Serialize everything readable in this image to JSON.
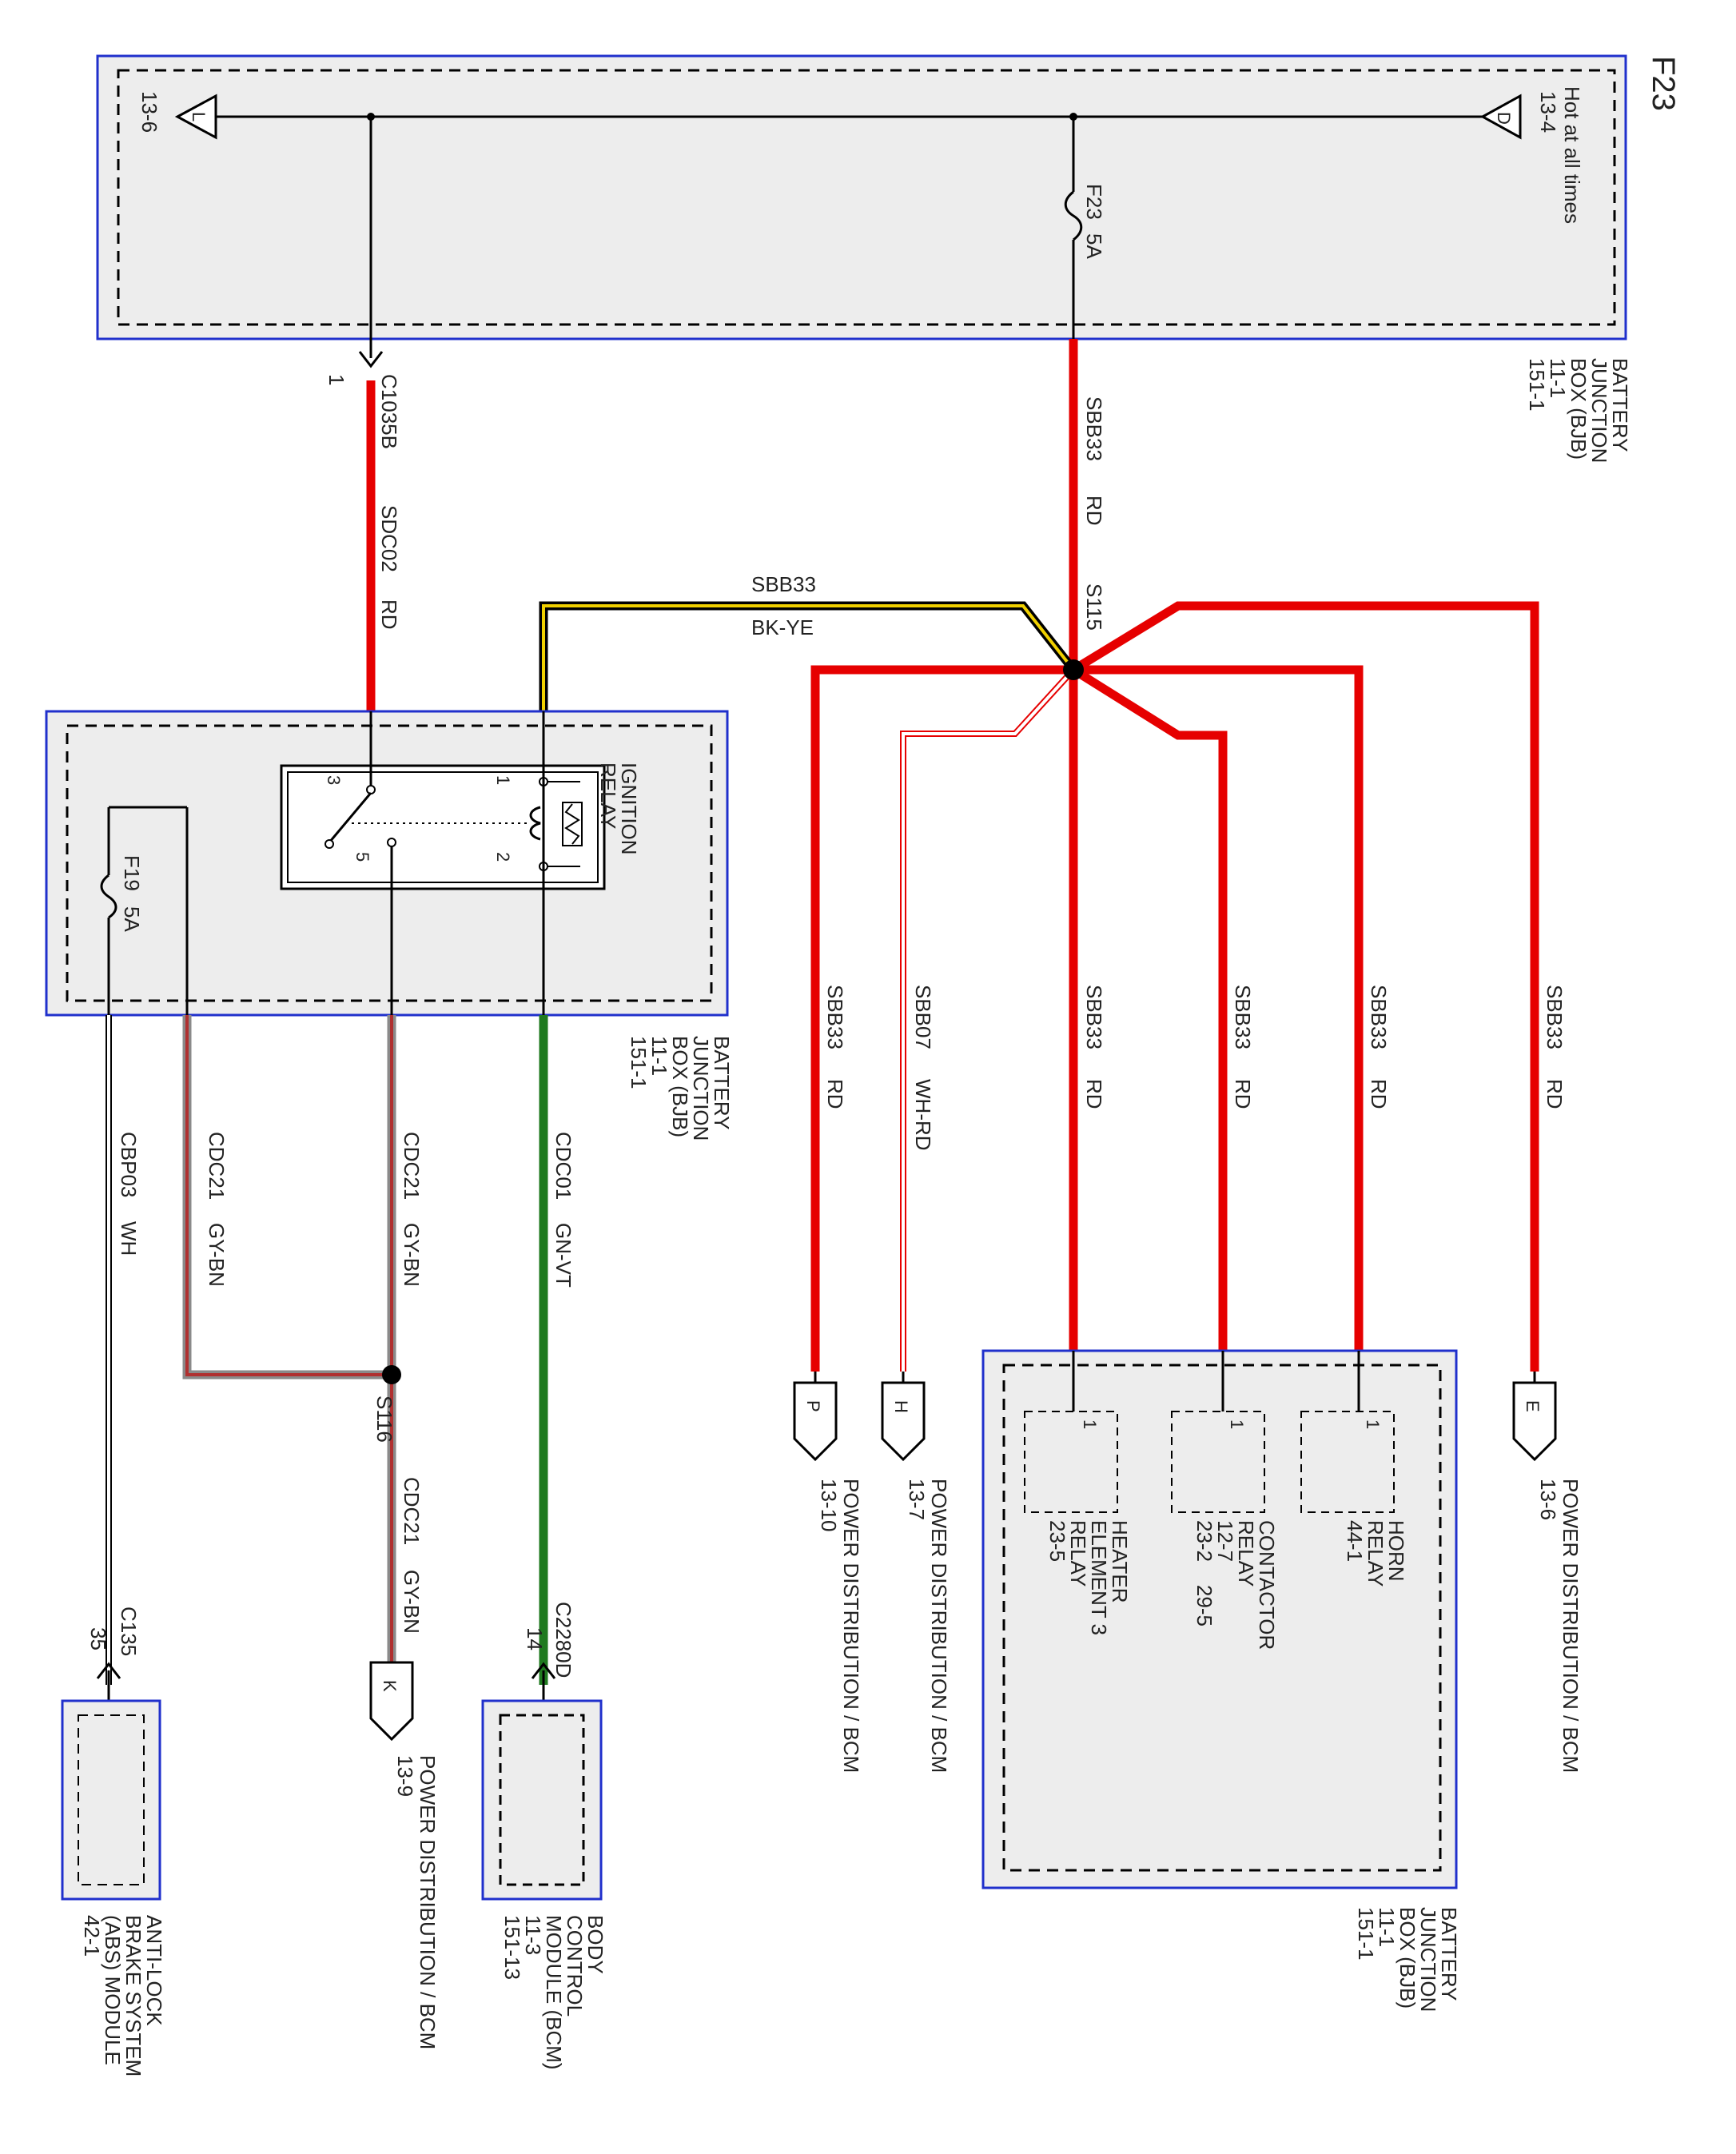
{
  "page_title": "F23",
  "colors": {
    "box_fill": "#ededed",
    "box_border": "#2030cc",
    "wire_red": "#e60000",
    "wire_black": "#000000",
    "wire_yellow": "#f0d000",
    "wire_green": "#1f7a1f",
    "wire_gray": "#8a8a8a",
    "wire_brown": "#b03030"
  },
  "bjb_top": {
    "hot_label": "Hot at all times",
    "hot_ref": "13-4",
    "conn_in": "D",
    "conn_out": "L",
    "conn_out_ref": "13-6",
    "fuse_name": "F23",
    "fuse_rating": "5A",
    "box_label": [
      "BATTERY",
      "JUNCTION",
      "BOX (BJB)",
      "11-1",
      "151-1"
    ]
  },
  "wires": {
    "sbb33_rd": [
      "SBB33",
      "RD"
    ],
    "sbb33_bkye": [
      "SBB33",
      "BK-YE"
    ],
    "sdc02_rd": [
      "SDC02",
      "RD"
    ],
    "sbb07_whrd": [
      "SBB07",
      "WH-RD"
    ],
    "cdc01_gnvt": [
      "CDC01",
      "GN-VT"
    ],
    "cdc21_gybn": [
      "CDC21",
      "GY-BN"
    ],
    "cbp03_wh": [
      "CBP03",
      "WH"
    ]
  },
  "splices": {
    "s115": "S115",
    "s116": "S116"
  },
  "connectors": {
    "c1035b": "C1035B",
    "c1035b_pin": "1",
    "c2280d": "C2280D",
    "c2280d_pin": "14",
    "c135": "C135",
    "c135_pin": "35"
  },
  "ignition_relay": {
    "label": [
      "IGNITION",
      "RELAY"
    ],
    "pins": [
      "1",
      "2",
      "3",
      "5"
    ],
    "fuse_name": "F19",
    "fuse_rating": "5A",
    "box_label": [
      "BATTERY",
      "JUNCTION",
      "BOX (BJB)",
      "11-1",
      "151-1"
    ]
  },
  "page_refs": [
    {
      "letter": "P",
      "ref": "13-10",
      "text": "POWER DISTRIBUTION / BCM"
    },
    {
      "letter": "H",
      "ref": "13-7",
      "text": "POWER DISTRIBUTION / BCM"
    },
    {
      "letter": "E",
      "ref": "13-6",
      "text": "POWER DISTRIBUTION / BCM"
    },
    {
      "letter": "K",
      "ref": "13-9",
      "text": "POWER DISTRIBUTION / BCM"
    }
  ],
  "bottom_bjb": {
    "relays": [
      {
        "pin": "1",
        "lines": [
          "HEATER",
          "ELEMENT 3",
          "RELAY",
          "23-5"
        ]
      },
      {
        "pin": "1",
        "lines": [
          "CONTACTOR",
          "RELAY",
          "12-7",
          "23-2    29-5"
        ]
      },
      {
        "pin": "1",
        "lines": [
          "HORN",
          "RELAY",
          "44-1"
        ]
      }
    ],
    "box_label": [
      "BATTERY",
      "JUNCTION",
      "BOX (BJB)",
      "11-1",
      "151-1"
    ]
  },
  "bcm": {
    "lines": [
      "BODY",
      "CONTROL",
      "MODULE (BCM)",
      "11-3",
      "151-13"
    ]
  },
  "abs": {
    "lines": [
      "ANTI-LOCK",
      "BRAKE SYSTEM",
      "(ABS) MODULE",
      "42-1"
    ]
  }
}
